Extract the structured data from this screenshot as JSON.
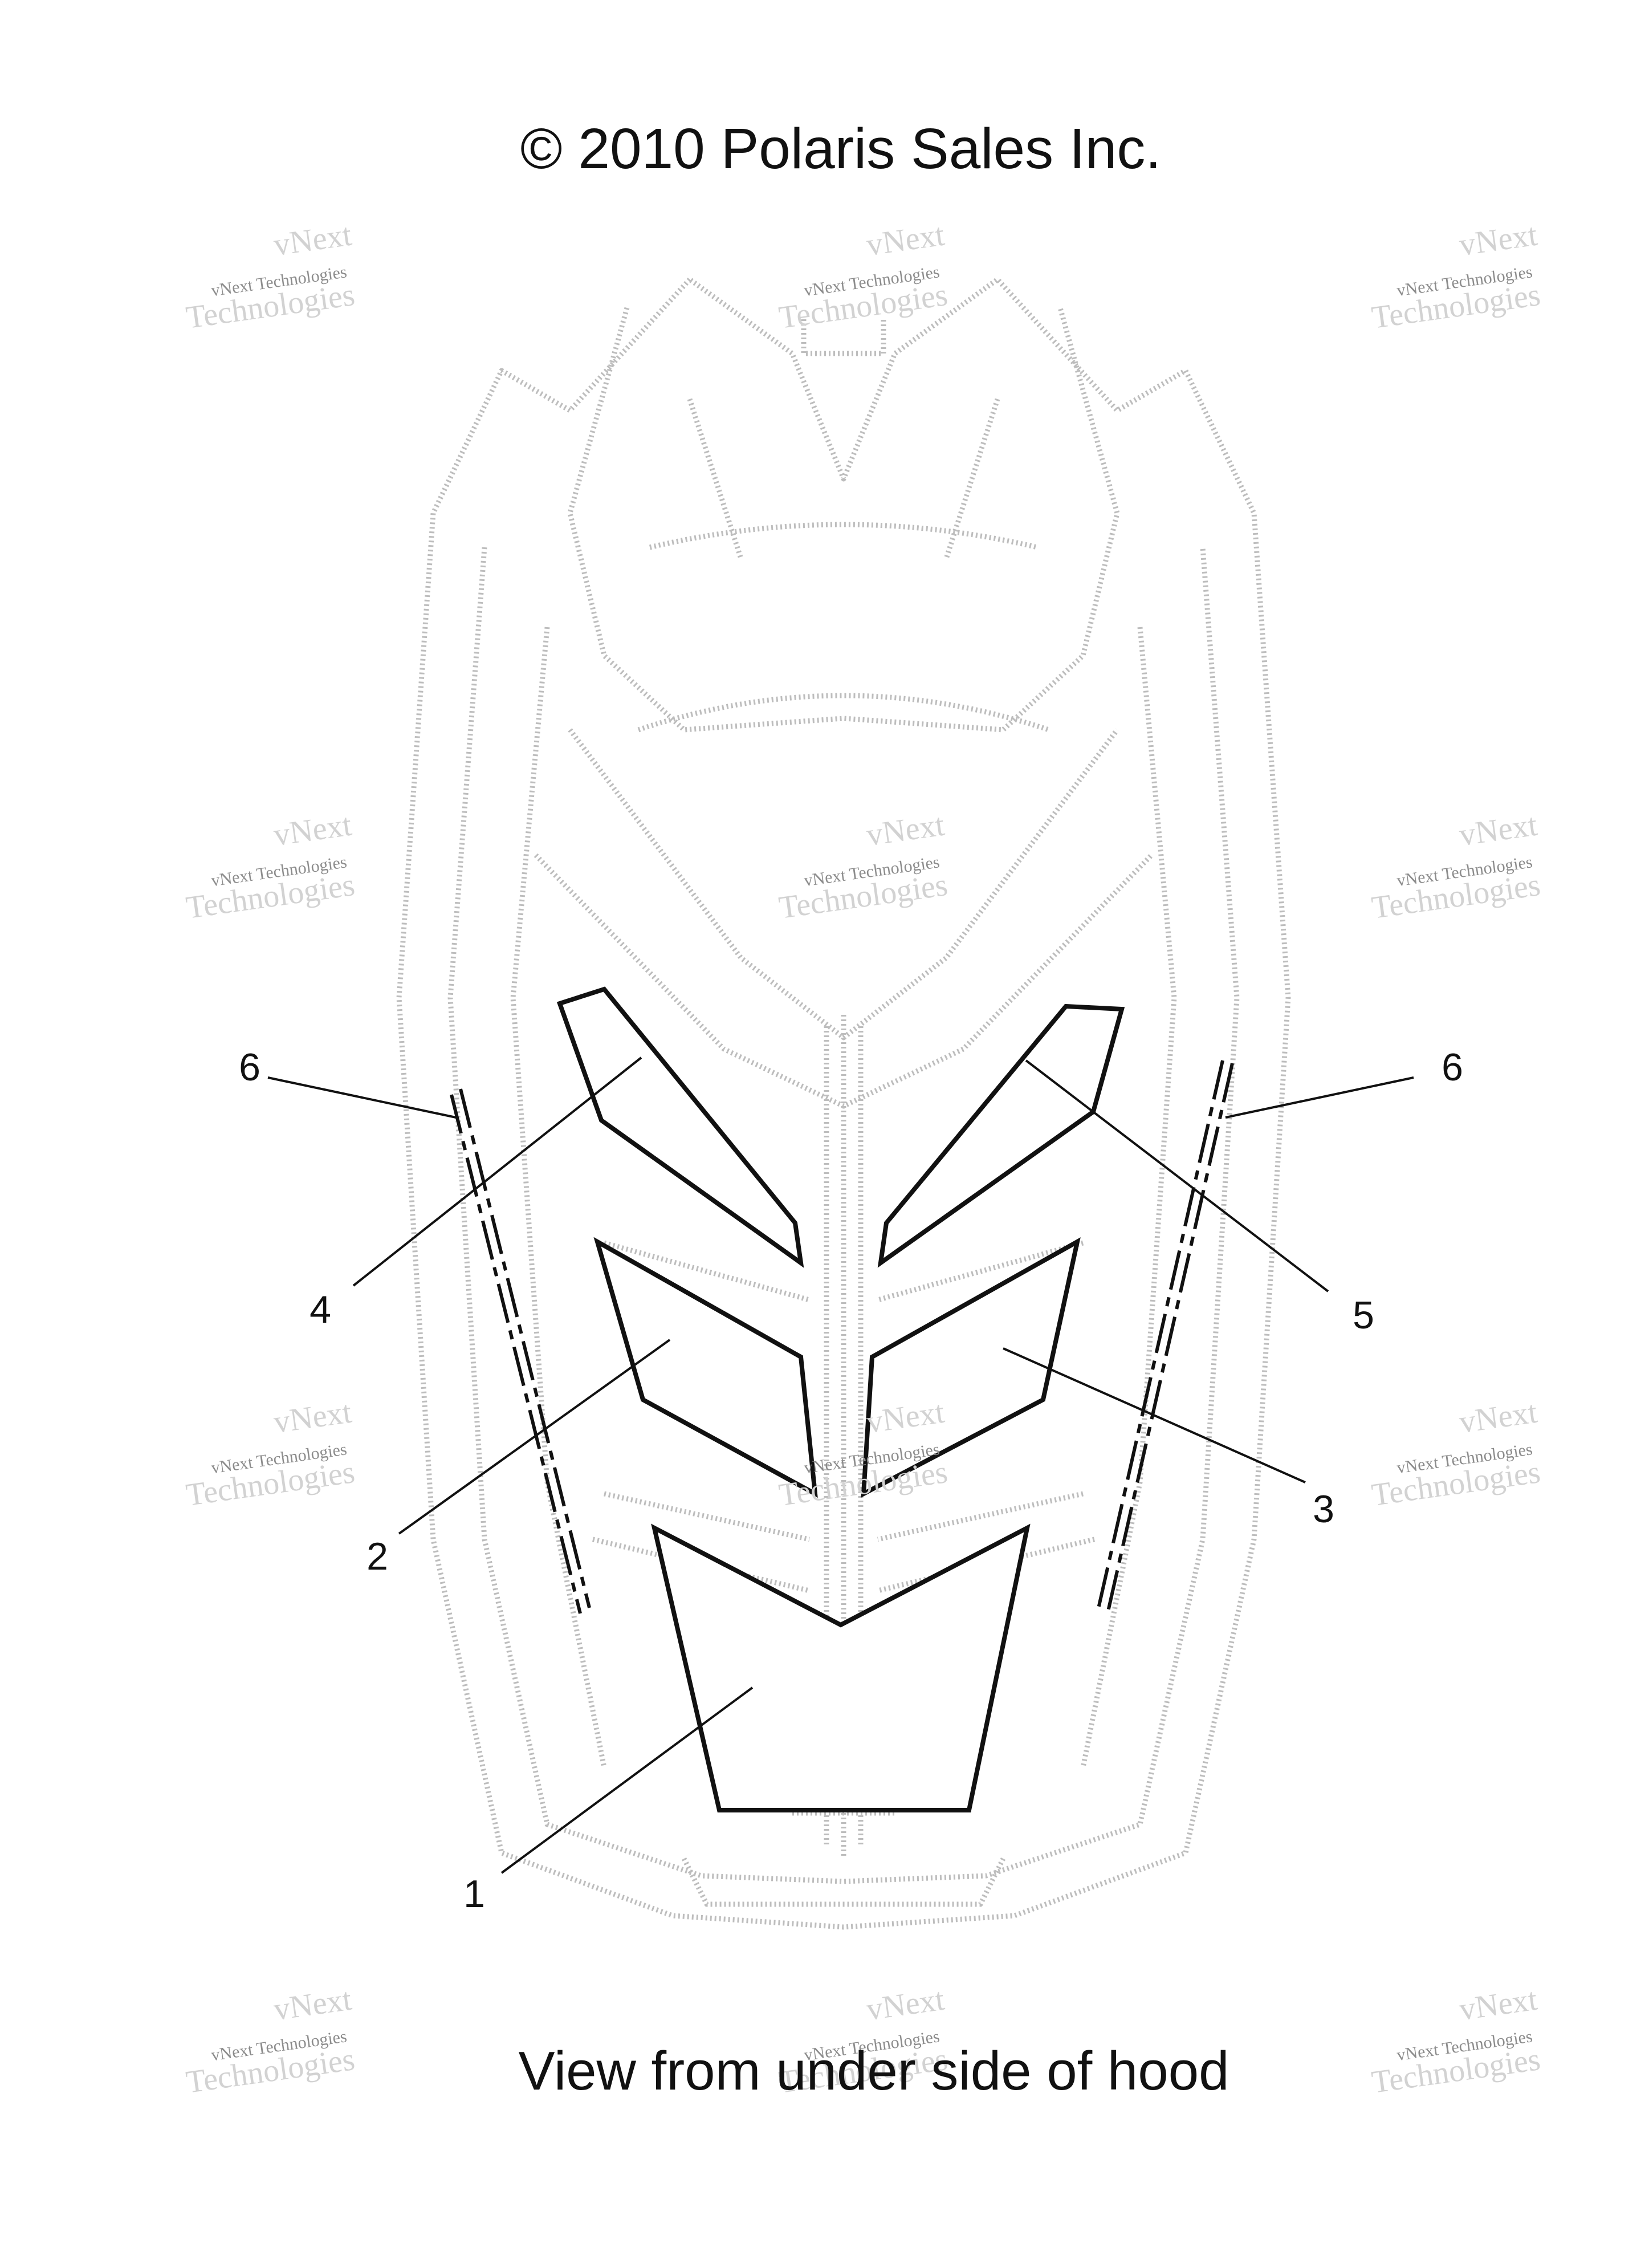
{
  "header": {
    "copyright": "© 2010 Polaris Sales Inc."
  },
  "caption": "View from under side of hood",
  "callouts": {
    "c1": "1",
    "c2": "2",
    "c3": "3",
    "c4": "4",
    "c5": "5",
    "c6_left": "6",
    "c6_right": "6"
  },
  "watermark": {
    "line1": "vNext Technologies",
    "word1": "vNext",
    "word2": "Technologies"
  },
  "colors": {
    "outline": "#111111",
    "hood_ghost": "#bdbdbd",
    "background": "#ffffff"
  }
}
